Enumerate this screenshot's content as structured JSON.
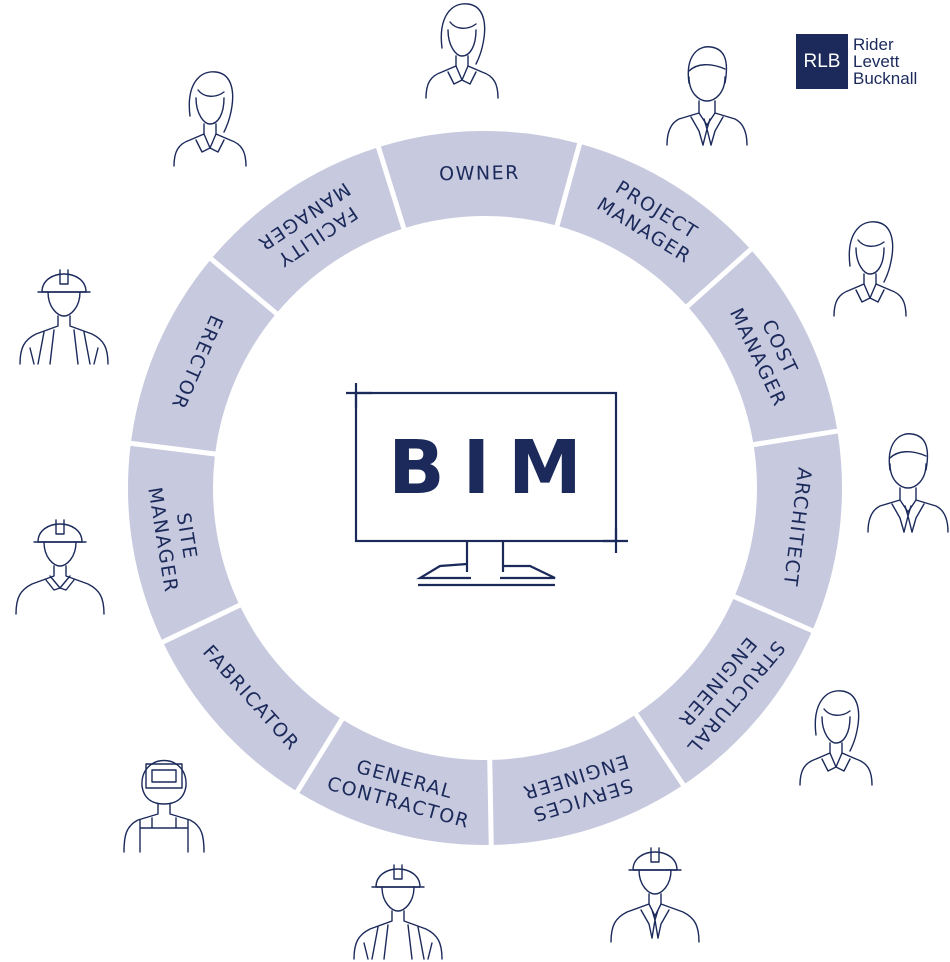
{
  "center": {
    "label": "BIM"
  },
  "logo": {
    "abbr": "RLB",
    "name_lines": [
      "Rider",
      "Levett",
      "Bucknall"
    ]
  },
  "colors": {
    "navy": "#1b2a5b",
    "segment_fill": "#c7c9de",
    "background": "#ffffff"
  },
  "ring": {
    "segments": [
      {
        "id": "owner",
        "lines": [
          "OWNER"
        ],
        "icon": "woman-icon"
      },
      {
        "id": "project-manager",
        "lines": [
          "PROJECT",
          "MANAGER"
        ],
        "icon": "businessman-icon"
      },
      {
        "id": "cost-manager",
        "lines": [
          "COST",
          "MANAGER"
        ],
        "icon": "woman-icon"
      },
      {
        "id": "architect",
        "lines": [
          "ARCHITECT"
        ],
        "icon": "businessman-icon"
      },
      {
        "id": "structural-engineer",
        "lines": [
          "STRUCTURAL",
          "ENGINEER"
        ],
        "icon": "woman-icon"
      },
      {
        "id": "services-engineer",
        "lines": [
          "SERVICES",
          "ENGINEER"
        ],
        "icon": "hardhat-suit-icon"
      },
      {
        "id": "general-contractor",
        "lines": [
          "GENERAL",
          "CONTRACTOR"
        ],
        "icon": "hardhat-worker-icon"
      },
      {
        "id": "fabricator",
        "lines": [
          "FABRICATOR"
        ],
        "icon": "welder-icon"
      },
      {
        "id": "site-manager",
        "lines": [
          "SITE",
          "MANAGER"
        ],
        "icon": "hardhat-shirt-icon"
      },
      {
        "id": "erector",
        "lines": [
          "ERECTOR"
        ],
        "icon": "hardhat-worker-icon"
      },
      {
        "id": "facility-manager",
        "lines": [
          "FACILITY",
          "MANAGER"
        ],
        "icon": "woman-icon"
      }
    ]
  }
}
